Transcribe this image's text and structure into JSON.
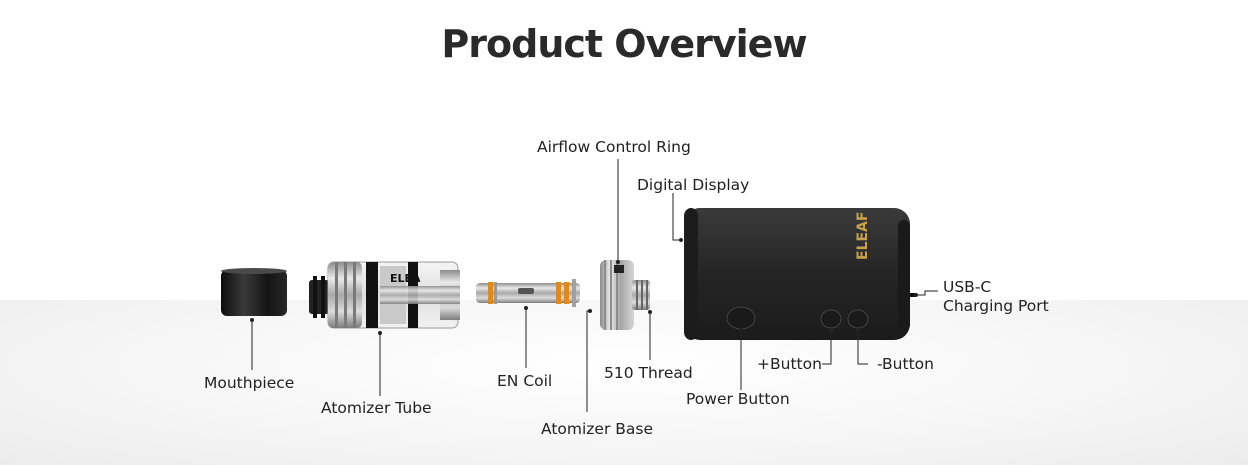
{
  "title": "Product Overview",
  "brand": "ELEAF",
  "tank_text": "ELEA",
  "labels": {
    "airflow_control_ring": "Airflow Control Ring",
    "digital_display": "Digital Display",
    "usb_c_line1": "USB-C",
    "usb_c_line2": "Charging Port",
    "mouthpiece": "Mouthpiece",
    "atomizer_tube": "Atomizer Tube",
    "en_coil": "EN Coil",
    "thread_510": "510 Thread",
    "atomizer_base": "Atomizer Base",
    "power_button": "Power Button",
    "plus_button": "+Button",
    "minus_button": "-Button"
  },
  "colors": {
    "mod_body": "#2b2b2b",
    "brand_gold": "#c8a24a",
    "coil_orange": "#e08a1e",
    "steel": "#b8b8b8"
  }
}
